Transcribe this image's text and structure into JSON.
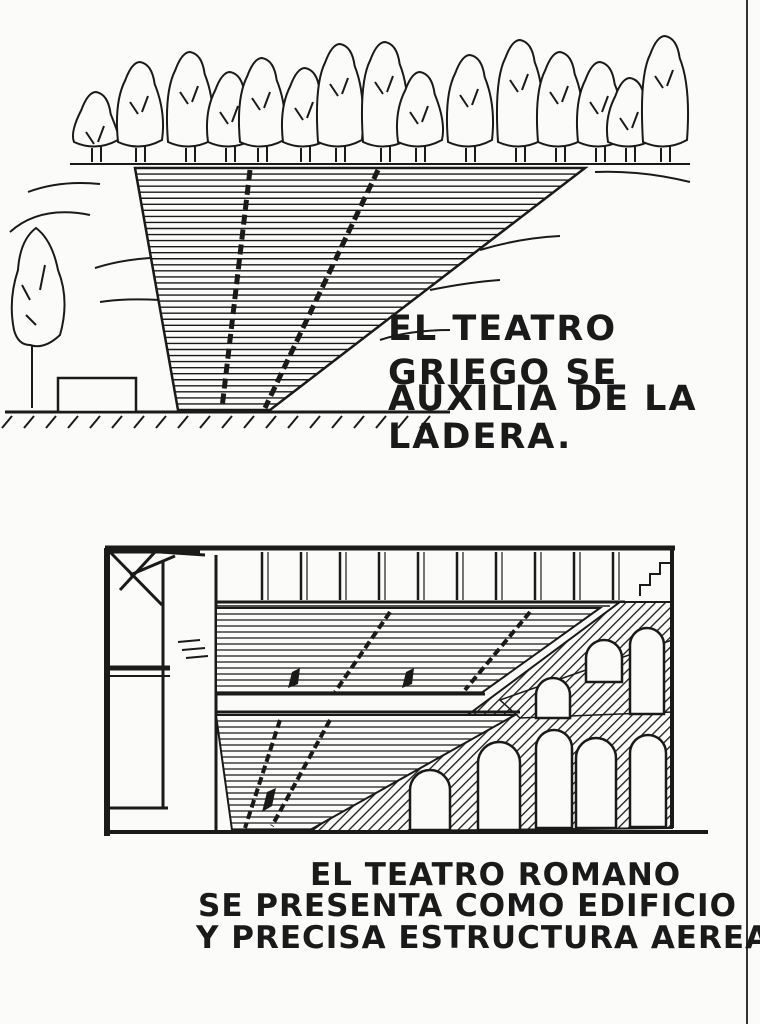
{
  "greek_caption": {
    "line1": "EL TEATRO",
    "line2": "GRIEGO SE",
    "line3": "AUXILIA DE LA",
    "line4": "LADERA."
  },
  "roman_caption": {
    "line1": "EL TEATRO ROMANO",
    "line2": "SE PRESENTA COMO EDIFICIO",
    "line3": "Y PRECISA ESTRUCTURA AEREA"
  },
  "colors": {
    "paper": "#fbfbf9",
    "ink": "#1a1a1a"
  }
}
